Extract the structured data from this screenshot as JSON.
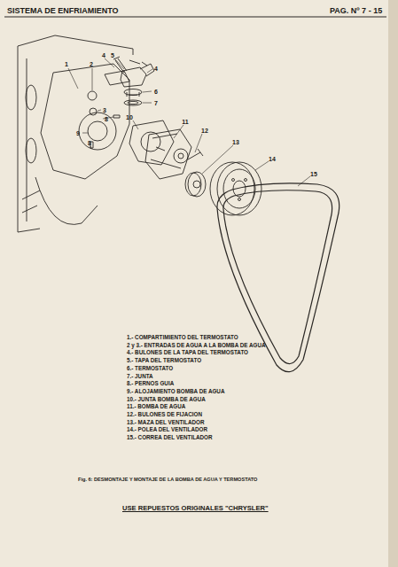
{
  "diagram": {
    "title": "SISTEMA DE ENFRIAMIENTO",
    "caption": "Fig. 6: DESMONTAJE Y MONTAJE DE LA BOMBA DE AGUA Y TERMOSTATO",
    "labels": [
      "PAG. Nº 7 - 15",
      "1",
      "2",
      "4",
      "5",
      "4",
      "6",
      "7",
      "3",
      "8",
      "10",
      "9",
      "8",
      "11",
      "12",
      "13",
      "14",
      "15",
      "1.- COMPARTIMIENTO DEL TERMOSTATO",
      "2 y 3.- ENTRADAS DE AGUA A LA BOMBA DE AGUA",
      "4.- BULONES DE LA TAPA DEL TERMOSTATO",
      "5.- TAPA DEL TERMOSTATO",
      "6.- TERMOSTATO",
      "7.- JUNTA",
      "8.- PERNOS GUIA",
      "9.- ALOJAMIENTO BOMBA DE AGUA",
      "10.- JUNTA BOMBA DE AGUA",
      "11.- BOMBA DE AGUA",
      "12.- BULONES DE FIJACION",
      "13.- MAZA DEL VENTILADOR",
      "14.- POLEA DEL VENTILADOR",
      "15.- CORREA DEL VENTILADOR",
      "USE REPUESTOS ORIGINALES \"CHRYSLER\""
    ]
  }
}
